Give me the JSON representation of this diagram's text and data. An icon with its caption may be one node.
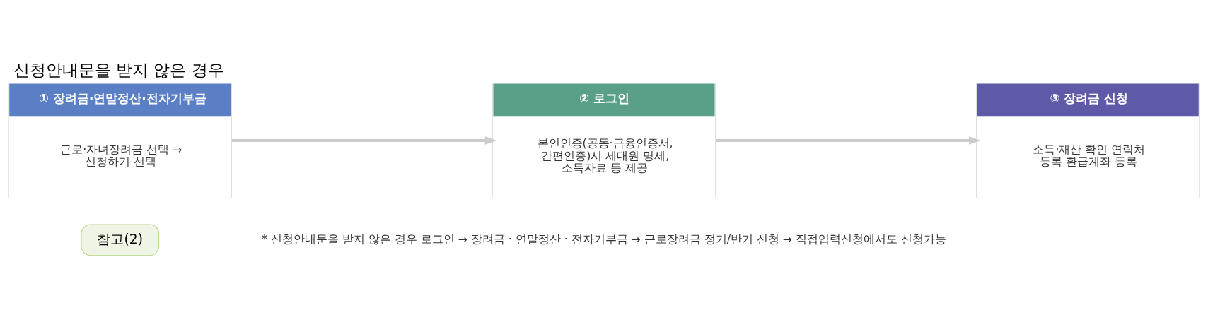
{
  "diagram": {
    "title": "신청안내문을 받지 않은 경우",
    "nodes": [
      {
        "text": [
          "참고(2)"
        ]
      },
      {
        "text": [
          "① 장려금·연말정산·전자기부금",
          "근로·자녀장려금 선택 → 신청하기 선택"
        ]
      },
      {
        "text": [
          "② 로그인",
          "본인인증(공동·금융인증서, 간편인증)시 세대원 명세, 소득자료 등 제공"
        ]
      },
      {
        "text": [
          "③ 장려금 신청",
          "소득·재산 확인 연락처 등록 환급계좌 등록"
        ]
      }
    ],
    "edges": [
      {
        "from": 1,
        "to": 2,
        "arrow": "to"
      },
      {
        "from": 2,
        "to": 3,
        "arrow": "to"
      }
    ],
    "labels": [
      "* 신청안내문을 받지 않은 경우 로그인 → 장려금 · 연말정산 · 전자기부금 → 근로장려금 정기/반기 신청 → 직접입력신청에서도 신청가능"
    ]
  }
}
